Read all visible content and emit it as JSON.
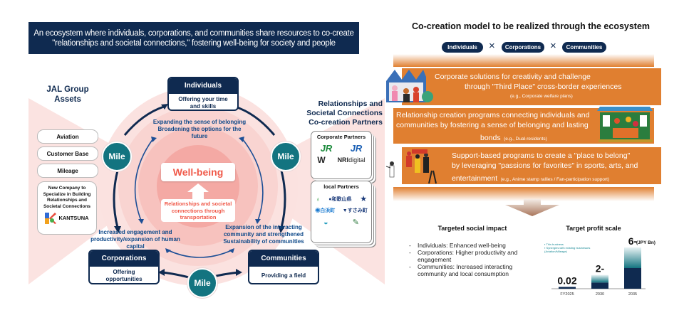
{
  "left": {
    "banner": "An ecosystem where individuals, corporations, and communities share resources to co-create \"relationships and societal connections,\" fostering well-being for society and people",
    "assets": {
      "title_line1": "JAL Group",
      "title_line2": "Assets",
      "items": [
        "Aviation",
        "Customer Base",
        "Mileage"
      ],
      "new_company": {
        "lines": [
          "New Company to",
          "Specialize in Building",
          "Relationships and",
          "Societal Connections"
        ],
        "logo_text": "KANTSUNA"
      }
    },
    "nodes": {
      "individuals": {
        "title": "Individuals",
        "line1": "Offering your time",
        "line2": "and skills"
      },
      "corporations": {
        "title": "Corporations",
        "line1": "Offering",
        "line2": "opportunities"
      },
      "communities": {
        "title": "Communities",
        "line1": "Providing a field"
      }
    },
    "mile_label": "Mile",
    "captions": {
      "top_line1": "Expanding the sense of belonging",
      "top_line2": "Broadening the options for the future",
      "left_line1": "Increased engagement and",
      "left_line2": "productivity/expansion of human capital",
      "right_line1": "Expansion of the interacting",
      "right_line2": "community and strengthened",
      "right_line3": "Sustainability of communities"
    },
    "center": {
      "wellbeing": "Well-being",
      "sub_line1": "Relationships and societal",
      "sub_line2": "connections through",
      "sub_line3": "transportation"
    },
    "partners": {
      "title_line1": "Relationships and",
      "title_line2": "Societal Connections",
      "title_line3": "Co-creation Partners",
      "corporate_title": "Corporate Partners",
      "corporate_logos": [
        "JR East",
        "JR West",
        "Well-being Initiative",
        "NRIdigital"
      ],
      "local_title": "local Partners",
      "local_logos": [
        "Kamishihoro Town",
        "Wakayama Prefecture",
        "Local city",
        "Shirahama Town",
        "Sumita Town",
        "Mitane City",
        "Local city"
      ]
    },
    "colors": {
      "navy": "#0f2a50",
      "teal": "#137480",
      "coral": "#f05a4a",
      "pink": "#fbe3e1"
    }
  },
  "right": {
    "title": "Co-creation model to be realized through the ecosystem",
    "chips": [
      "Individuals",
      "Corporations",
      "Communities"
    ],
    "times_symbol": "×",
    "programs": [
      {
        "line1": "Corporate solutions for creativity and challenge",
        "line2": "through \"Third Place\" cross-border experiences",
        "example": "(e.g., Corporate welfare plans)"
      },
      {
        "line1": "Relationship creation programs connecting individuals and",
        "line2": "communities by fostering a sense of belonging and lasting",
        "line3": "bonds",
        "example": "(e.g., Dual-residents)"
      },
      {
        "line1": "Support-based programs to create a \"place to belong\"",
        "line2": "by leveraging \"passions for favorites\" in sports, arts, and",
        "line3": "entertainment",
        "example": "(e.g., Anime stamp rallies / Fan-participation support)"
      }
    ],
    "impact": {
      "title": "Targeted social impact",
      "items": [
        "Individuals: Enhanced well-being",
        "Corporations: Higher productivity and engagement",
        "Communities: Increased interacting community and local consumption"
      ]
    },
    "profit": {
      "title": "Target profit scale",
      "unit": "(JPY Bn)"
    }
  },
  "chart_data": {
    "type": "bar",
    "title": "Target profit scale",
    "ylabel": "(JPY Bn)",
    "categories": [
      "FY2025",
      "2030",
      "2035"
    ],
    "series": [
      {
        "name": "This business",
        "color": "#0f2a50",
        "values": [
          0.02,
          0.9,
          3.0
        ]
      },
      {
        "name": "Synergies with existing businesses (Aviation/Mileage)",
        "color": "#1a8a96",
        "values": [
          0,
          1.1,
          3.0
        ]
      }
    ],
    "data_labels": [
      "0.02",
      "2-",
      "6-"
    ],
    "ylim": [
      0,
      6
    ]
  }
}
